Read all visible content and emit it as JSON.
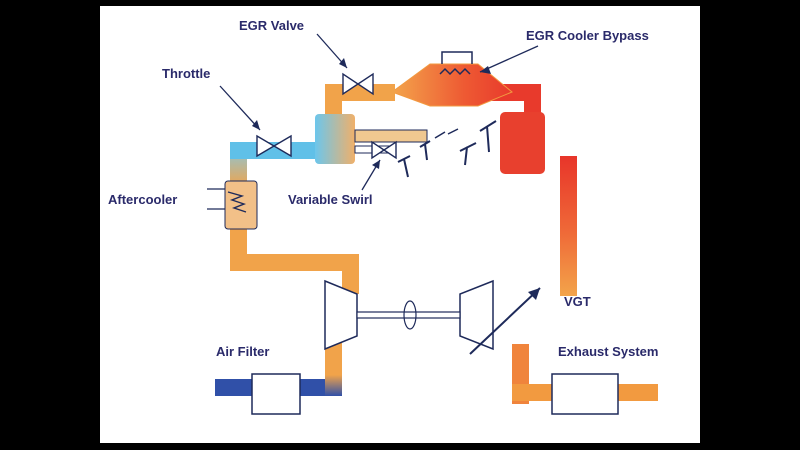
{
  "labels": {
    "egr_valve": "EGR Valve",
    "egr_cooler_bypass": "EGR Cooler Bypass",
    "throttle": "Throttle",
    "aftercooler": "Aftercooler",
    "variable_swirl": "Variable Swirl",
    "vgt": "VGT",
    "air_filter": "Air Filter",
    "exhaust_system": "Exhaust System"
  },
  "colors": {
    "background": "#000000",
    "canvas": "#ffffff",
    "label_text": "#2a2a6a",
    "intake_cold": "#3050a8",
    "intake_warm": "#f0a040",
    "cooled_air": "#60c0e8",
    "exhaust_hot": "#e83a2c",
    "exhaust_warm": "#f0a040",
    "outline": "#1e2a5a"
  }
}
